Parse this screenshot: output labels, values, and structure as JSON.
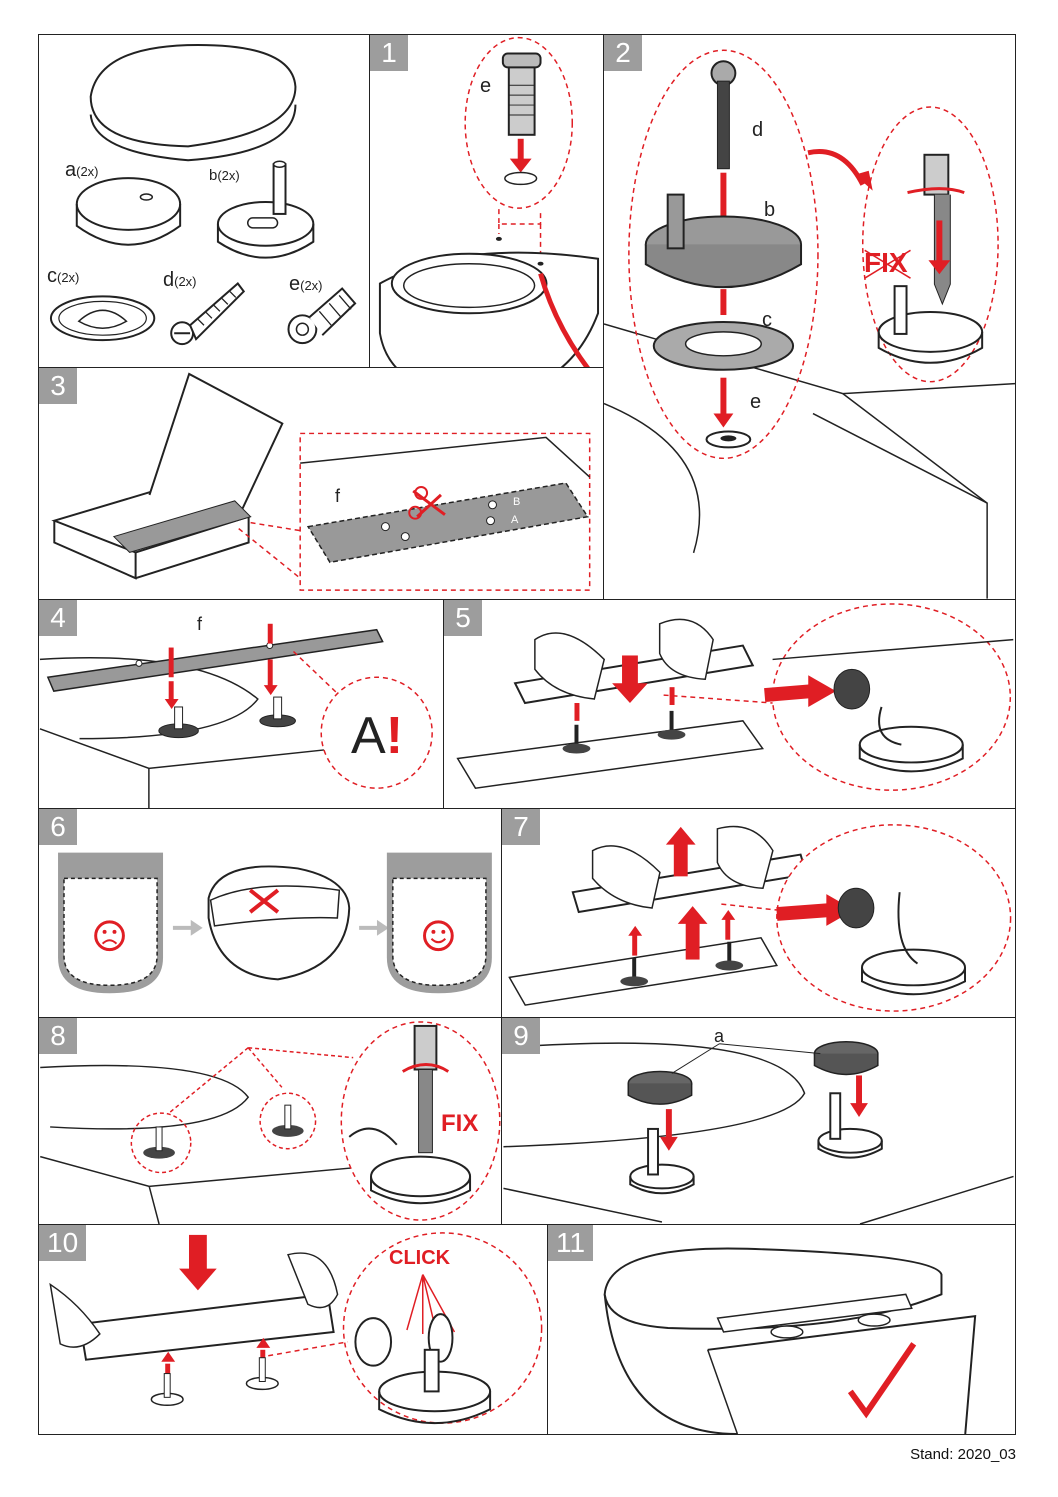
{
  "panel0": {
    "parts": [
      {
        "letter": "a",
        "qty": "(2x)"
      },
      {
        "letter": "b",
        "qty": "(2x)"
      },
      {
        "letter": "c",
        "qty": "(2x)"
      },
      {
        "letter": "d",
        "qty": "(2x)"
      },
      {
        "letter": "e",
        "qty": "(2x)"
      }
    ]
  },
  "steps": [
    {
      "number": "1",
      "labels": [
        "e"
      ]
    },
    {
      "number": "2",
      "labels": [
        "d",
        "b",
        "c",
        "e"
      ],
      "fix_crossed": "FIX"
    },
    {
      "number": "3",
      "labels": [
        "f",
        "B",
        "A"
      ]
    },
    {
      "number": "4",
      "labels": [
        "f"
      ],
      "callout": "A!"
    },
    {
      "number": "5"
    },
    {
      "number": "6"
    },
    {
      "number": "7"
    },
    {
      "number": "8",
      "fix": "FIX"
    },
    {
      "number": "9",
      "labels": [
        "a"
      ]
    },
    {
      "number": "10",
      "click": "CLICK"
    },
    {
      "number": "11"
    }
  ],
  "footer": "Stand: 2020_03",
  "colors": {
    "accent": "#e01e24",
    "grey": "#9d9d9d",
    "line": "#222222"
  }
}
